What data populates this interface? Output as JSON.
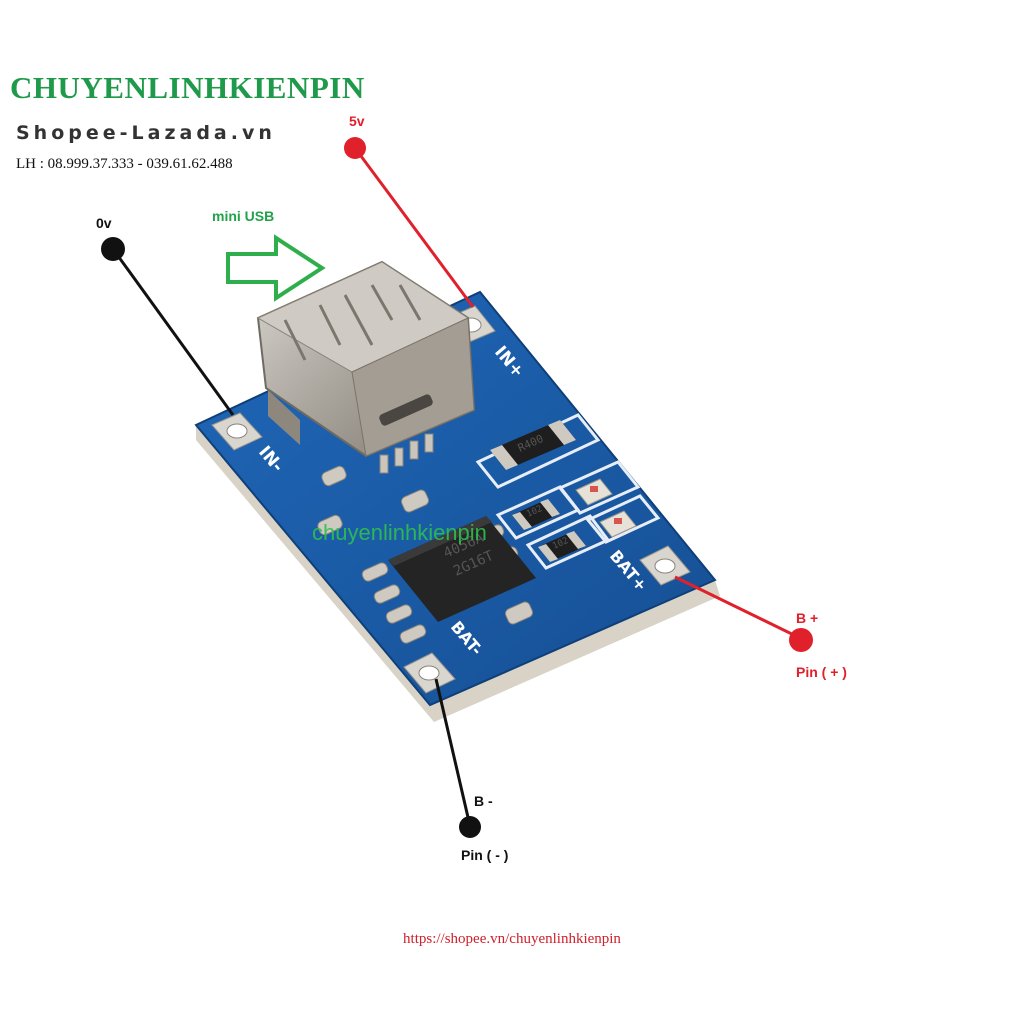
{
  "brand": {
    "name": "CHUYENLINHKIENPIN",
    "shops": "Shopee-Lazada.vn",
    "phone": "LH : 08.999.37.333 - 039.61.62.488",
    "url": "https://shopee.vn/chuyenlinhkienpin",
    "watermark": "chuyenlinhkienpin"
  },
  "labels": {
    "in_plus": "5v",
    "in_minus": "0v",
    "usb": "mini USB",
    "bat_plus": "B +",
    "bat_plus_desc": "Pin ( + )",
    "bat_minus": "B -",
    "bat_minus_desc": "Pin ( - )"
  },
  "board": {
    "pad_in_plus": "IN+",
    "pad_in_minus": "IN-",
    "pad_bat_plus": "BAT+",
    "pad_bat_minus": "BAT-",
    "resistor_main": "R400",
    "resistor_a": "102",
    "resistor_b": "102",
    "chip_line1": "4056A",
    "chip_line2": "2G16T"
  },
  "colors": {
    "brand_green": "#1f9a4a",
    "wire_red": "#e0202a",
    "wire_black": "#111111",
    "pcb_blue": "#1c5da8",
    "arrow_green": "#2fae4c"
  }
}
